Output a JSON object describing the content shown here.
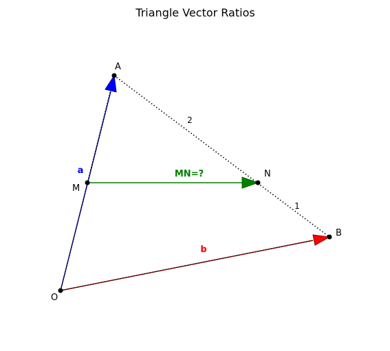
{
  "title": "Triangle Vector Ratios",
  "points": {
    "O": "O",
    "A": "A",
    "B": "B",
    "M": "M",
    "N": "N"
  },
  "ratios": {
    "AN": "2",
    "NB": "1"
  },
  "vectors": {
    "a": {
      "label": "a",
      "color": "#0000ff"
    },
    "b": {
      "label": "b",
      "color": "#ff0000"
    },
    "MN": {
      "label": "MN=?",
      "color": "#008000"
    }
  },
  "colors": {
    "segment": "#000000",
    "vector_a_line": "#00008b",
    "vector_b_line": "#8b0000",
    "mn_line": "#008000"
  }
}
